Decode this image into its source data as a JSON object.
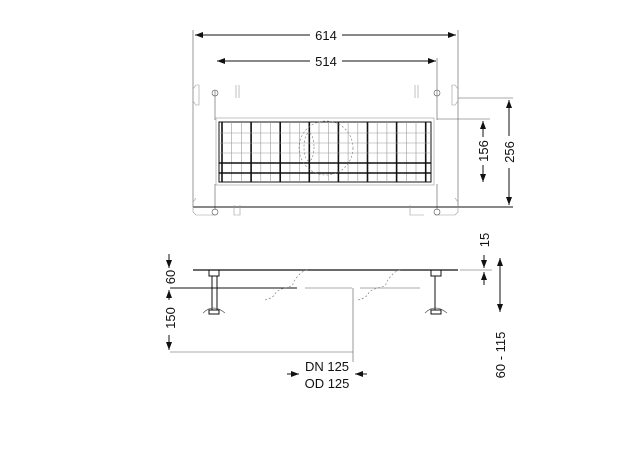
{
  "top_view": {
    "overall_width": "614",
    "inner_width": "514",
    "grate_height": "156",
    "overall_height": "256"
  },
  "side_view": {
    "top_thickness": "15",
    "frame_height": "60",
    "outlet_depth": "150",
    "leg_adjust_range": "60 - 115",
    "outlet_dn": "DN 125",
    "outlet_od": "OD 125"
  }
}
